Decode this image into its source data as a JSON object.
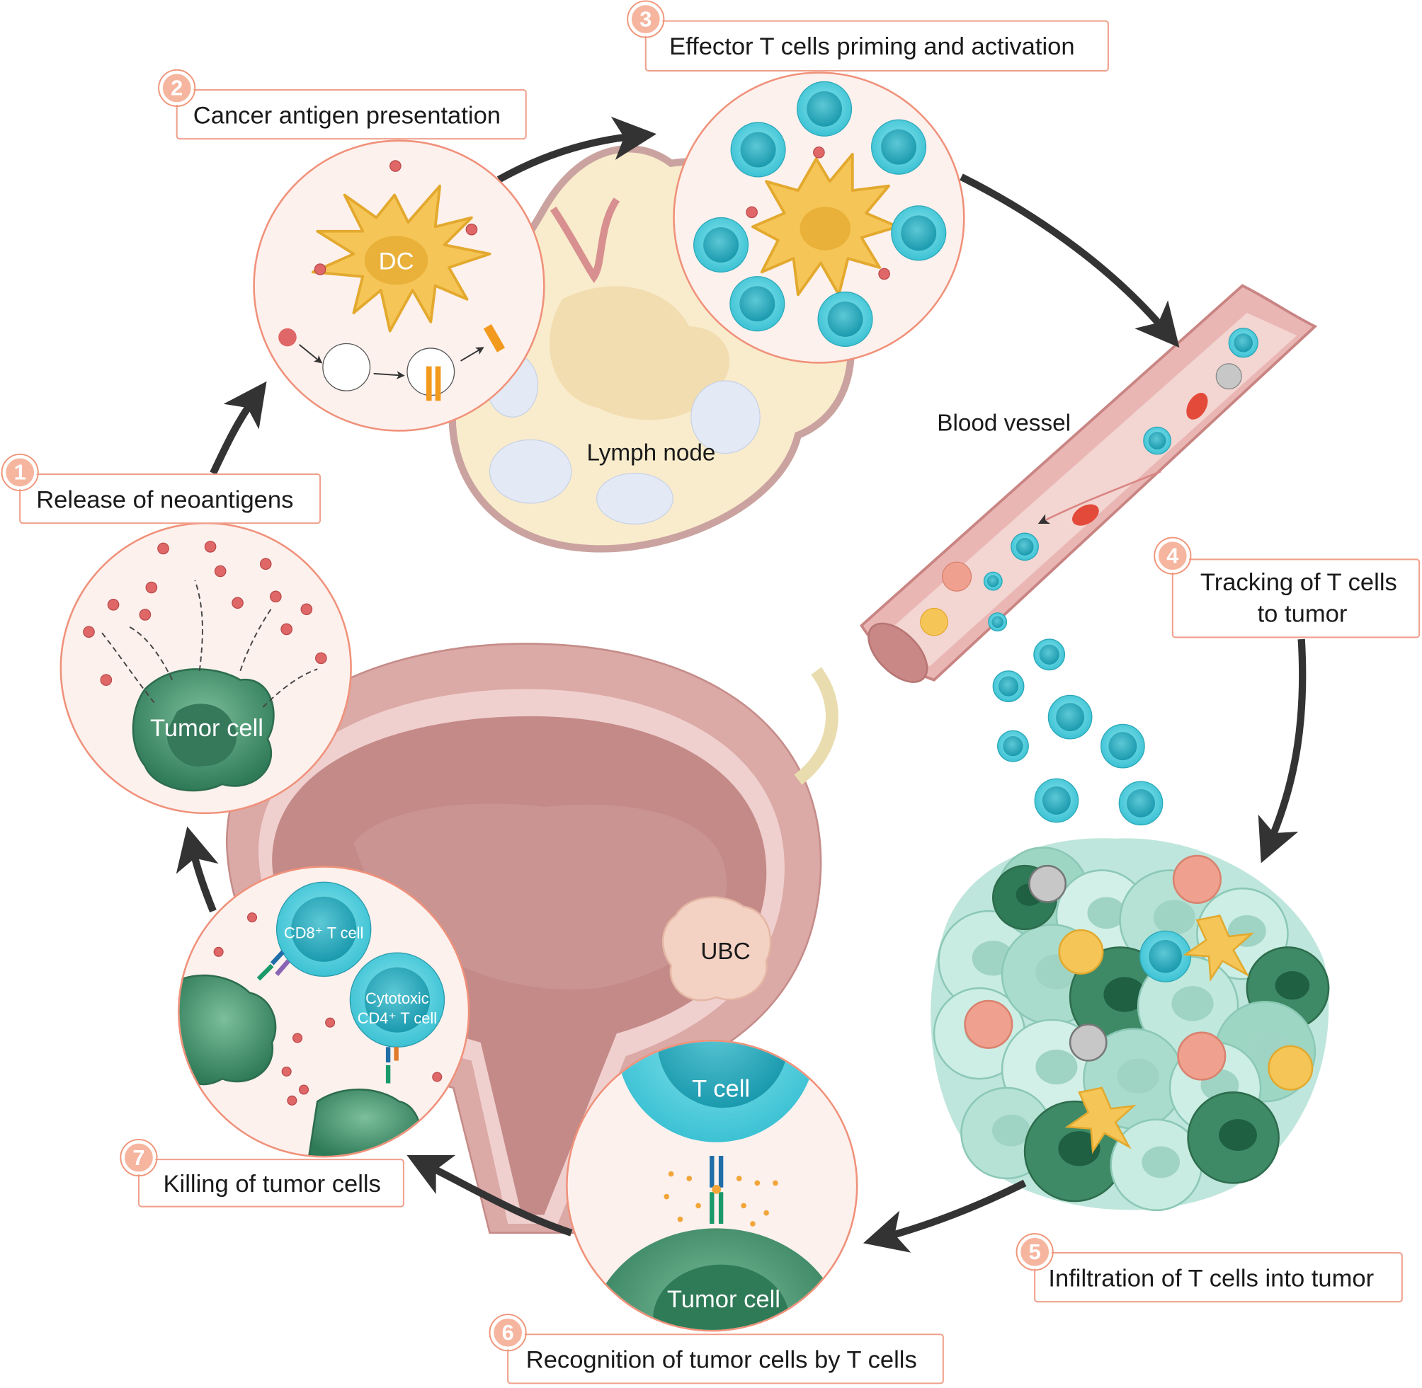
{
  "steps": [
    {
      "number": "1",
      "label": "Release of neoantigens"
    },
    {
      "number": "2",
      "label": "Cancer antigen presentation"
    },
    {
      "number": "3",
      "label": "Effector T cells priming and activation"
    },
    {
      "number": "4",
      "label_line1": "Tracking of T cells",
      "label_line2": "to tumor"
    },
    {
      "number": "5",
      "label": "Infiltration of T cells into tumor"
    },
    {
      "number": "6",
      "label": "Recognition of tumor cells by T cells"
    },
    {
      "number": "7",
      "label": "Killing of tumor cells"
    }
  ],
  "labels": {
    "dc": "DC",
    "tumor_cell_1": "Tumor cell",
    "lymph_node": "Lymph node",
    "blood_vessel": "Blood vessel",
    "ubc": "UBC",
    "cd8": "CD8⁺ T cell",
    "cytotoxic": "Cytotoxic",
    "cd4": "CD4⁺ T cell",
    "t_cell": "T cell",
    "tumor_cell_2": "Tumor cell"
  },
  "colors": {
    "accent": "#f0917a",
    "t_cell": "#3fc6d6",
    "tumor": "#3e8a66",
    "dc": "#f2c24a",
    "bladder": "#c9908f"
  }
}
